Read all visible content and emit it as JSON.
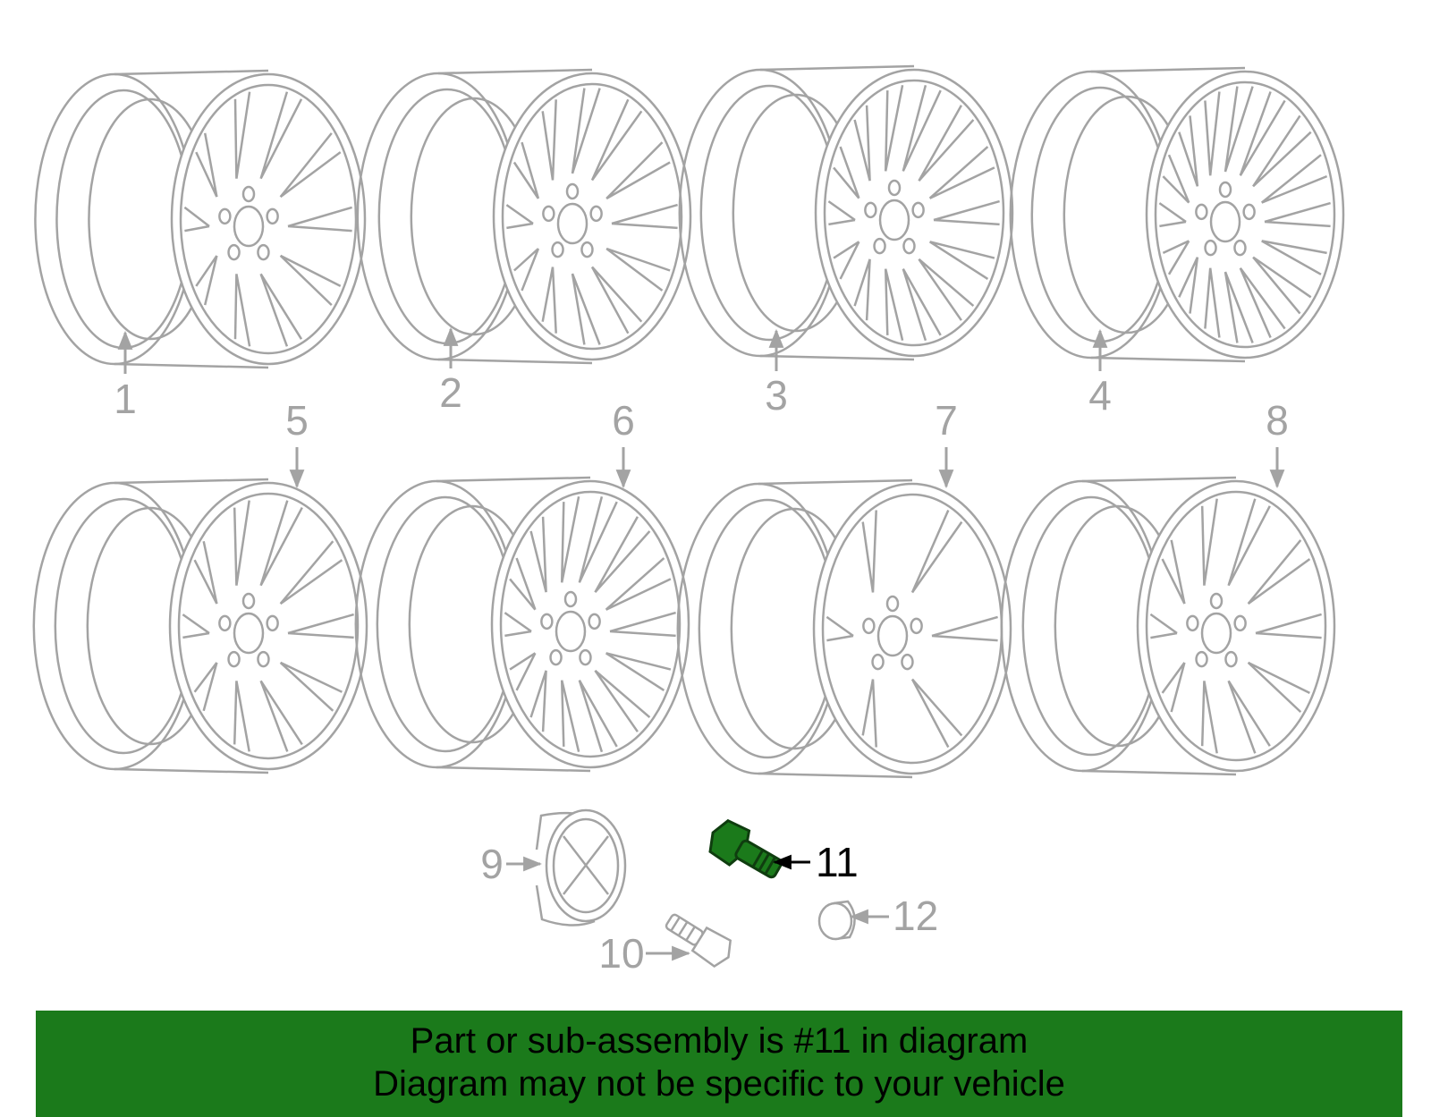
{
  "colors": {
    "outline": "#a3a3a3",
    "highlight_fill": "#1b7a1b",
    "highlight_stroke": "#0f3d0f",
    "highlight_label": "#000000",
    "banner": "#1b7a1b"
  },
  "parts": [
    {
      "label": "1"
    },
    {
      "label": "2"
    },
    {
      "label": "3"
    },
    {
      "label": "4"
    },
    {
      "label": "5"
    },
    {
      "label": "6"
    },
    {
      "label": "7"
    },
    {
      "label": "8"
    },
    {
      "label": "9"
    },
    {
      "label": "10"
    },
    {
      "label": "11"
    },
    {
      "label": "12"
    }
  ],
  "highlighted_part": "11",
  "banner": {
    "line1": "Part or sub-assembly is #11 in diagram",
    "line2": "Diagram may not be specific to your vehicle"
  }
}
